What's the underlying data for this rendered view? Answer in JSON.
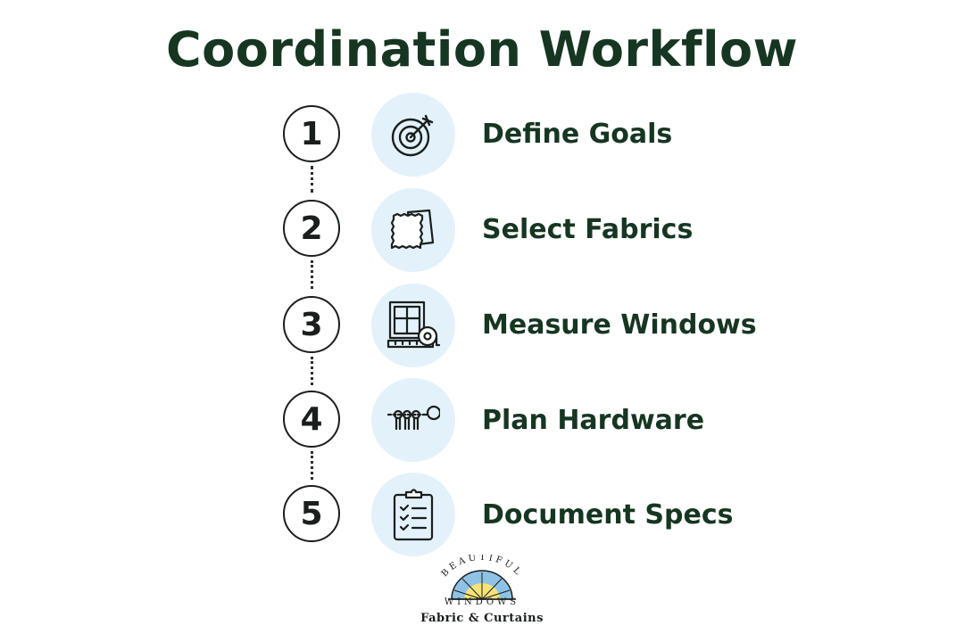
{
  "title": "Coordination Workflow",
  "accent_color": "#163622",
  "icon_bg_color": "#e3f1fb",
  "steps": [
    {
      "number": "1",
      "label": "Define Goals",
      "icon": "target-icon"
    },
    {
      "number": "2",
      "label": "Select Fabrics",
      "icon": "fabric-swatches-icon"
    },
    {
      "number": "3",
      "label": "Measure Windows",
      "icon": "window-measure-icon"
    },
    {
      "number": "4",
      "label": "Plan Hardware",
      "icon": "curtain-rod-icon"
    },
    {
      "number": "5",
      "label": "Document Specs",
      "icon": "clipboard-checklist-icon"
    }
  ],
  "logo": {
    "arc_text": "BEAUTIFUL",
    "line1": "WINDOWS",
    "line2": "Fabric & Curtains"
  }
}
